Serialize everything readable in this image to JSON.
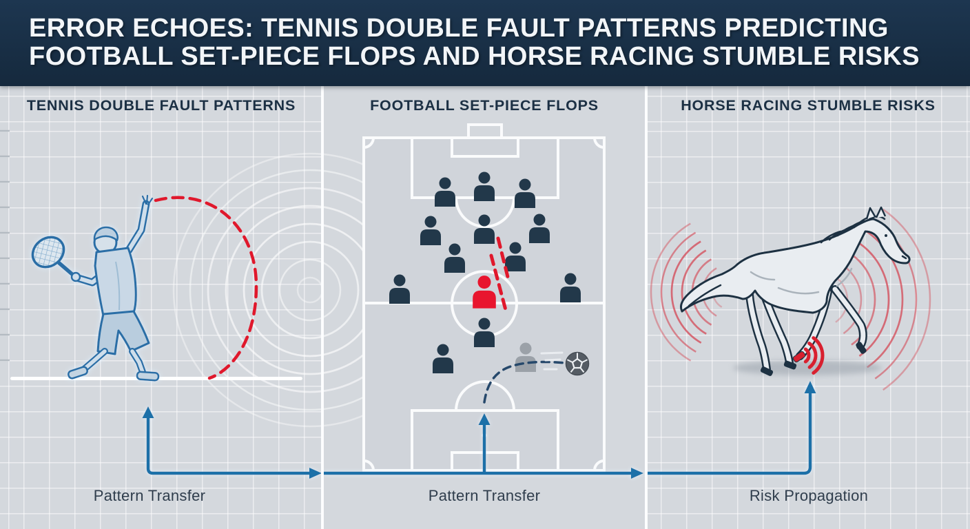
{
  "header": {
    "title_line1": "ERROR ECHOES: TENNIS DOUBLE FAULT PATTERNS PREDICTING",
    "title_line2": "FOOTBALL SET-PIECE FLOPS AND HORSE RACING STUMBLE RISKS"
  },
  "panels": [
    {
      "title": "TENNIS DOUBLE FAULT PATTERNS",
      "caption": "Pattern Transfer",
      "illustration": "tennis-serve-with-red-double-fault-arc-and-echo-ripples"
    },
    {
      "title": "FOOTBALL SET-PIECE FLOPS",
      "caption": "Pattern Transfer",
      "illustration": "football-pitch-formation-with-error-player-and-set-piece-ball"
    },
    {
      "title": "HORSE RACING STUMBLE RISKS",
      "caption": "Risk Propagation",
      "illustration": "galloping-horse-with-red-risk-ripples-and-stumbling-hoof"
    }
  ],
  "flows": [
    {
      "from": "tennis",
      "to": "football",
      "label": "Pattern Transfer"
    },
    {
      "from": "football",
      "to": "horse-racing",
      "label": "Pattern Transfer"
    },
    {
      "from": "football",
      "to": "horse-racing",
      "label": "Risk Propagation"
    }
  ],
  "football_diagram": {
    "dark_players": 12,
    "error_player_red": 1,
    "gray_player": 1,
    "ball": 1
  },
  "colors": {
    "header_bg": "#162b40",
    "panel_bg": "#d4d8dd",
    "accent_blue": "#1f6fa8",
    "error_red": "#e0182c",
    "ripple_red": "#d4404d",
    "player_navy": "#22384a",
    "pitch_line_white": "#ffffff",
    "title_text": "#1c3044",
    "caption_text": "#2f3d4c"
  }
}
